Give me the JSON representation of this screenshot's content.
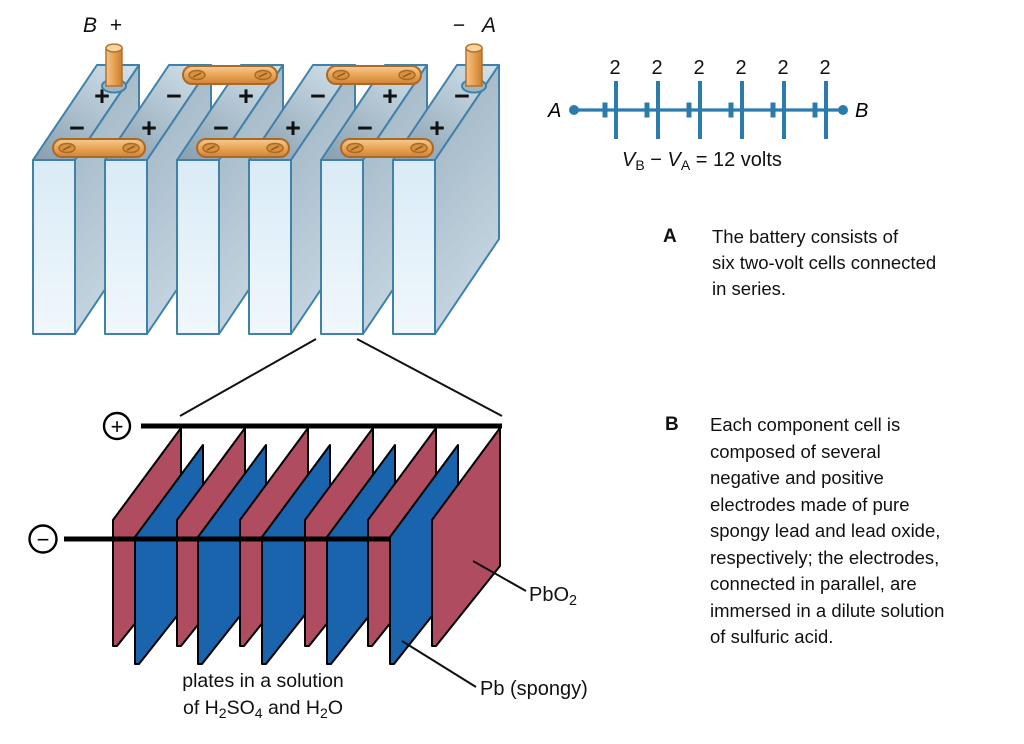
{
  "colors": {
    "plate_red": "#b04c60",
    "plate_blue": "#1a64ae",
    "outline": "#000000",
    "circuit_blue": "#2b7cad",
    "slab_stroke": "#3f81a9",
    "connector_orange": "#eba95c",
    "text": "#111111"
  },
  "battery3d": {
    "terminal_left_letter": "B",
    "terminal_left_sign": "+",
    "terminal_right_sign": "−",
    "terminal_right_letter": "A",
    "cells": [
      {
        "back": "+",
        "front": "−"
      },
      {
        "back": "−",
        "front": "+"
      },
      {
        "back": "+",
        "front": "−"
      },
      {
        "back": "−",
        "front": "+"
      },
      {
        "back": "+",
        "front": "−"
      },
      {
        "back": "−",
        "front": "+"
      }
    ]
  },
  "circuit": {
    "node_left": "A",
    "node_right": "B",
    "cell_volt_labels": [
      "2",
      "2",
      "2",
      "2",
      "2",
      "2"
    ],
    "formula": {
      "v1": "V",
      "sub1": "B",
      "mid": " − ",
      "v2": "V",
      "sub2": "A",
      "rest": " = 12 volts"
    }
  },
  "caption_a": {
    "tag": "A",
    "lines": [
      "The battery consists of",
      "six two-volt cells connected",
      "in series."
    ]
  },
  "caption_b": {
    "tag": "B",
    "lines": [
      "Each component cell is",
      "composed of several",
      "negative and positive",
      "electrodes made of pure",
      "spongy lead and lead oxide,",
      "respectively; the electrodes,",
      "connected in parallel, are",
      "immersed in a dilute solution",
      "of sulfuric acid."
    ]
  },
  "plates": {
    "plus_terminal_sign": "+",
    "minus_terminal_sign": "−",
    "pbo2_main": "PbO",
    "pbo2_sub": "2",
    "pb_label": "Pb (spongy)",
    "solution_line1": "plates in a solution",
    "solution_line2": {
      "p1": "of H",
      "s1": "2",
      "p2": "SO",
      "s2": "4",
      "p3": " and H",
      "s3": "2",
      "p4": "O"
    }
  }
}
